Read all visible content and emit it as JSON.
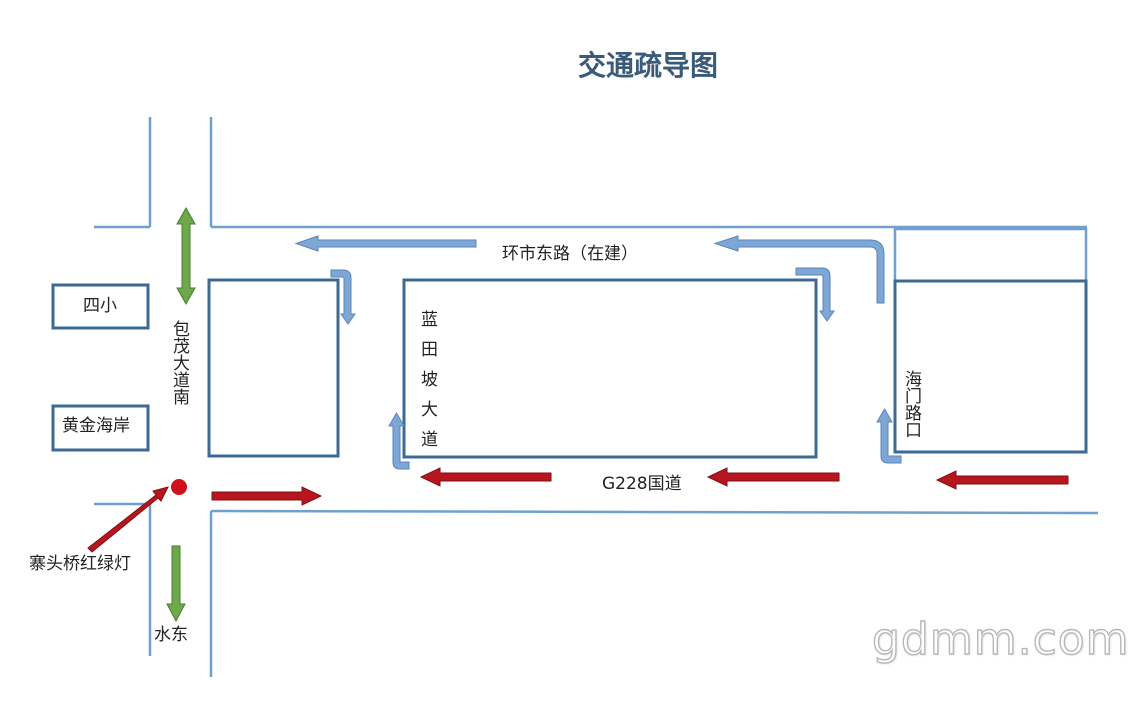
{
  "title": "交通疏导图",
  "labels": {
    "huanshi_road": "环市东路（在建）",
    "g228": "G228国道",
    "baomao_avenue": "包茂大道南",
    "lantian_avenue": "蓝田坡大道",
    "haimen_junction": "海门路口",
    "sixiao": "四小",
    "golden_coast": "黄金海岸",
    "zhaitouqiao_light": "寨头桥红绿灯",
    "shuidong": "水东"
  },
  "watermark": "gdmm.com",
  "colors": {
    "road_line": "#6fa0cf",
    "block_border": "#3d6a92",
    "blue_arrow": "#7ea7d6",
    "red_arrow": "#b8161f",
    "green_arrow": "#6da84b",
    "traffic_light": "#d0111b",
    "title": "#3a5a7a"
  }
}
